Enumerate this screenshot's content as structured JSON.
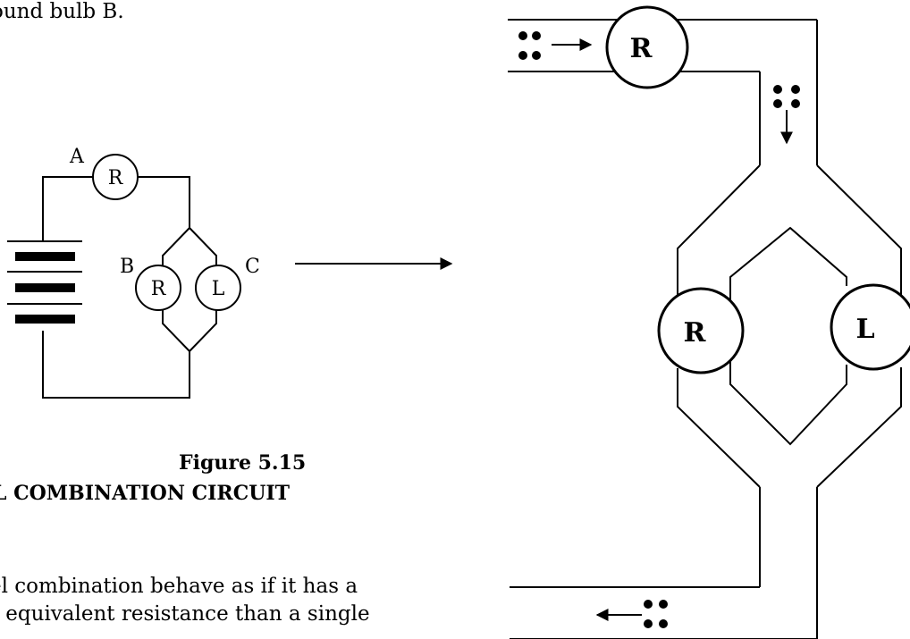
{
  "text": {
    "top_line": "ound bulb B.",
    "figure_number": "Figure 5.15",
    "figure_title": "L COMBINATION CIRCUIT",
    "body_line_1": "el combination behave as if it has a",
    "body_line_2": "r equivalent resistance than a single"
  },
  "circuit": {
    "point_a": "A",
    "point_b": "B",
    "point_c": "C",
    "bulb_top": "R",
    "bulb_left": "R",
    "bulb_right": "L"
  },
  "flow_model": {
    "bulb_top": "R",
    "bulb_left": "R",
    "bulb_right": "L"
  }
}
